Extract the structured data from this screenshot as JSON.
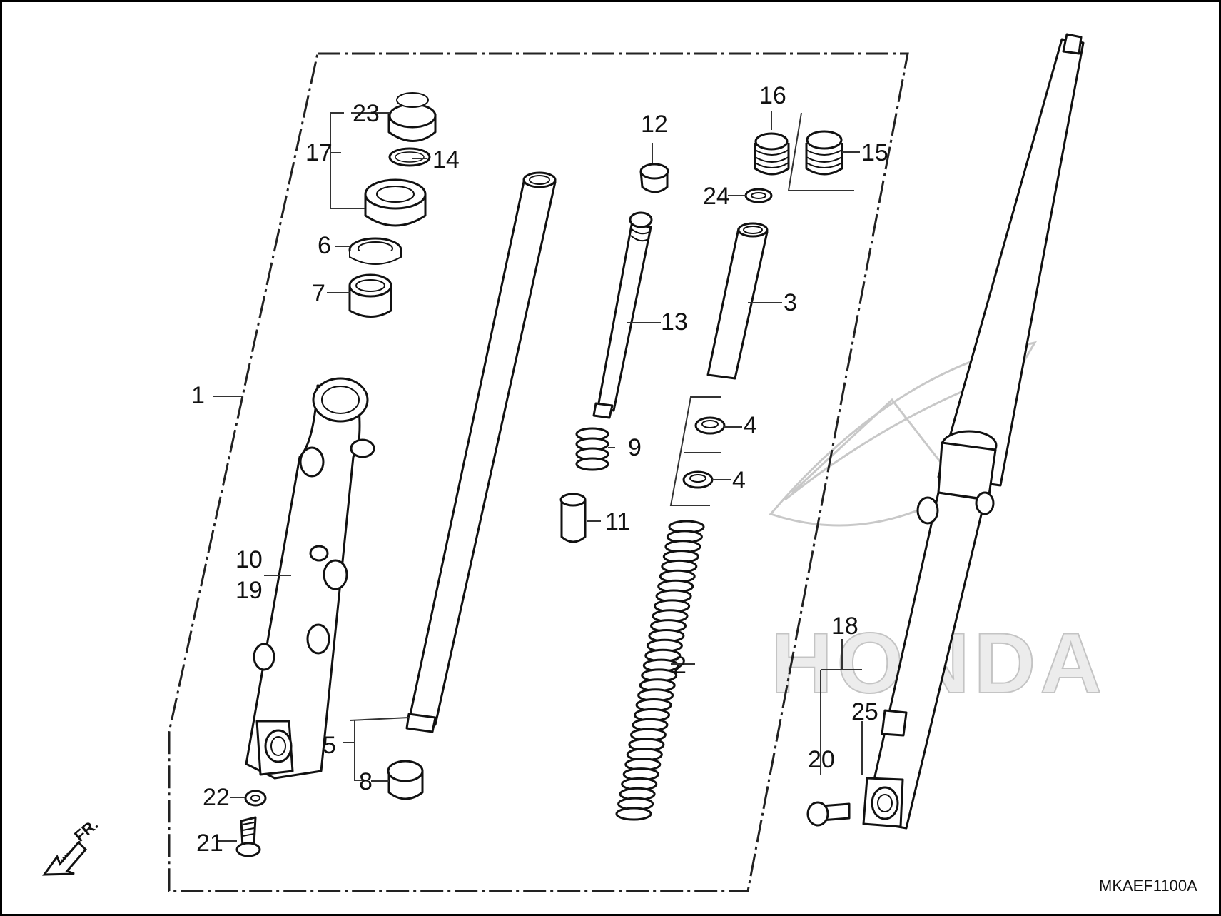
{
  "diagram": {
    "code": "MKAEF1100A",
    "direction_label": "FR.",
    "watermark": "HONDA",
    "callouts": {
      "c1": "1",
      "c2": "2",
      "c3": "3",
      "c4a": "4",
      "c4b": "4",
      "c5": "5",
      "c6": "6",
      "c7": "7",
      "c8": "8",
      "c9": "9",
      "c10": "10",
      "c11": "11",
      "c12": "12",
      "c13": "13",
      "c14": "14",
      "c15": "15",
      "c16": "16",
      "c17": "17",
      "c18": "18",
      "c19": "19",
      "c20": "20",
      "c21": "21",
      "c22": "22",
      "c23": "23",
      "c24": "24",
      "c25": "25"
    }
  }
}
